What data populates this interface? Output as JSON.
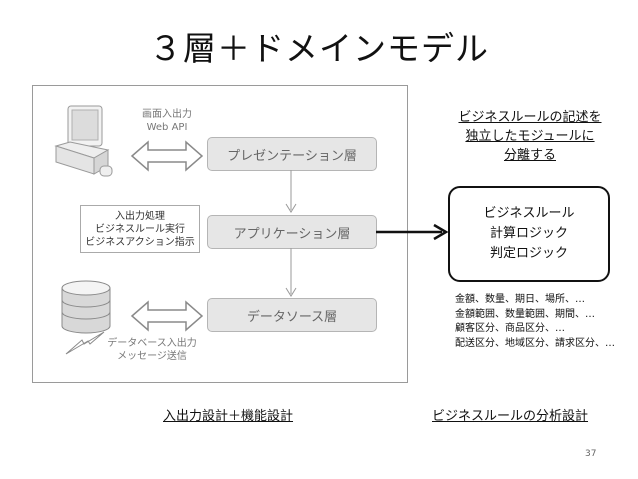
{
  "title": "３層＋ドメインモデル",
  "layers": {
    "presentation": "プレゼンテーション層",
    "application": "アプリケーション層",
    "datasource": "データソース層"
  },
  "captions": {
    "top_line1": "画面入出力",
    "top_line2": "Web API",
    "middle_line1": "入出力処理",
    "middle_line2": "ビジネスルール実行",
    "middle_line3": "ビジネスアクション指示",
    "bottom_line1": "データベース入出力",
    "bottom_line2": "メッセージ送信"
  },
  "description": {
    "line1": "ビジネスルールの記述を",
    "line2": "独立したモジュールに",
    "line3": "分離する"
  },
  "rules_box": {
    "line1": "ビジネスルール",
    "line2": "計算ロジック",
    "line3": "判定ロジック"
  },
  "examples": [
    "金額、数量、期日、場所、…",
    "金額範囲、数量範囲、期間、…",
    "顧客区分、商品区分、…",
    "配送区分、地域区分、請求区分、…"
  ],
  "bottom_labels": {
    "left": "入出力設計＋機能設計",
    "right": "ビジネスルールの分析設計"
  },
  "page_number": "37"
}
